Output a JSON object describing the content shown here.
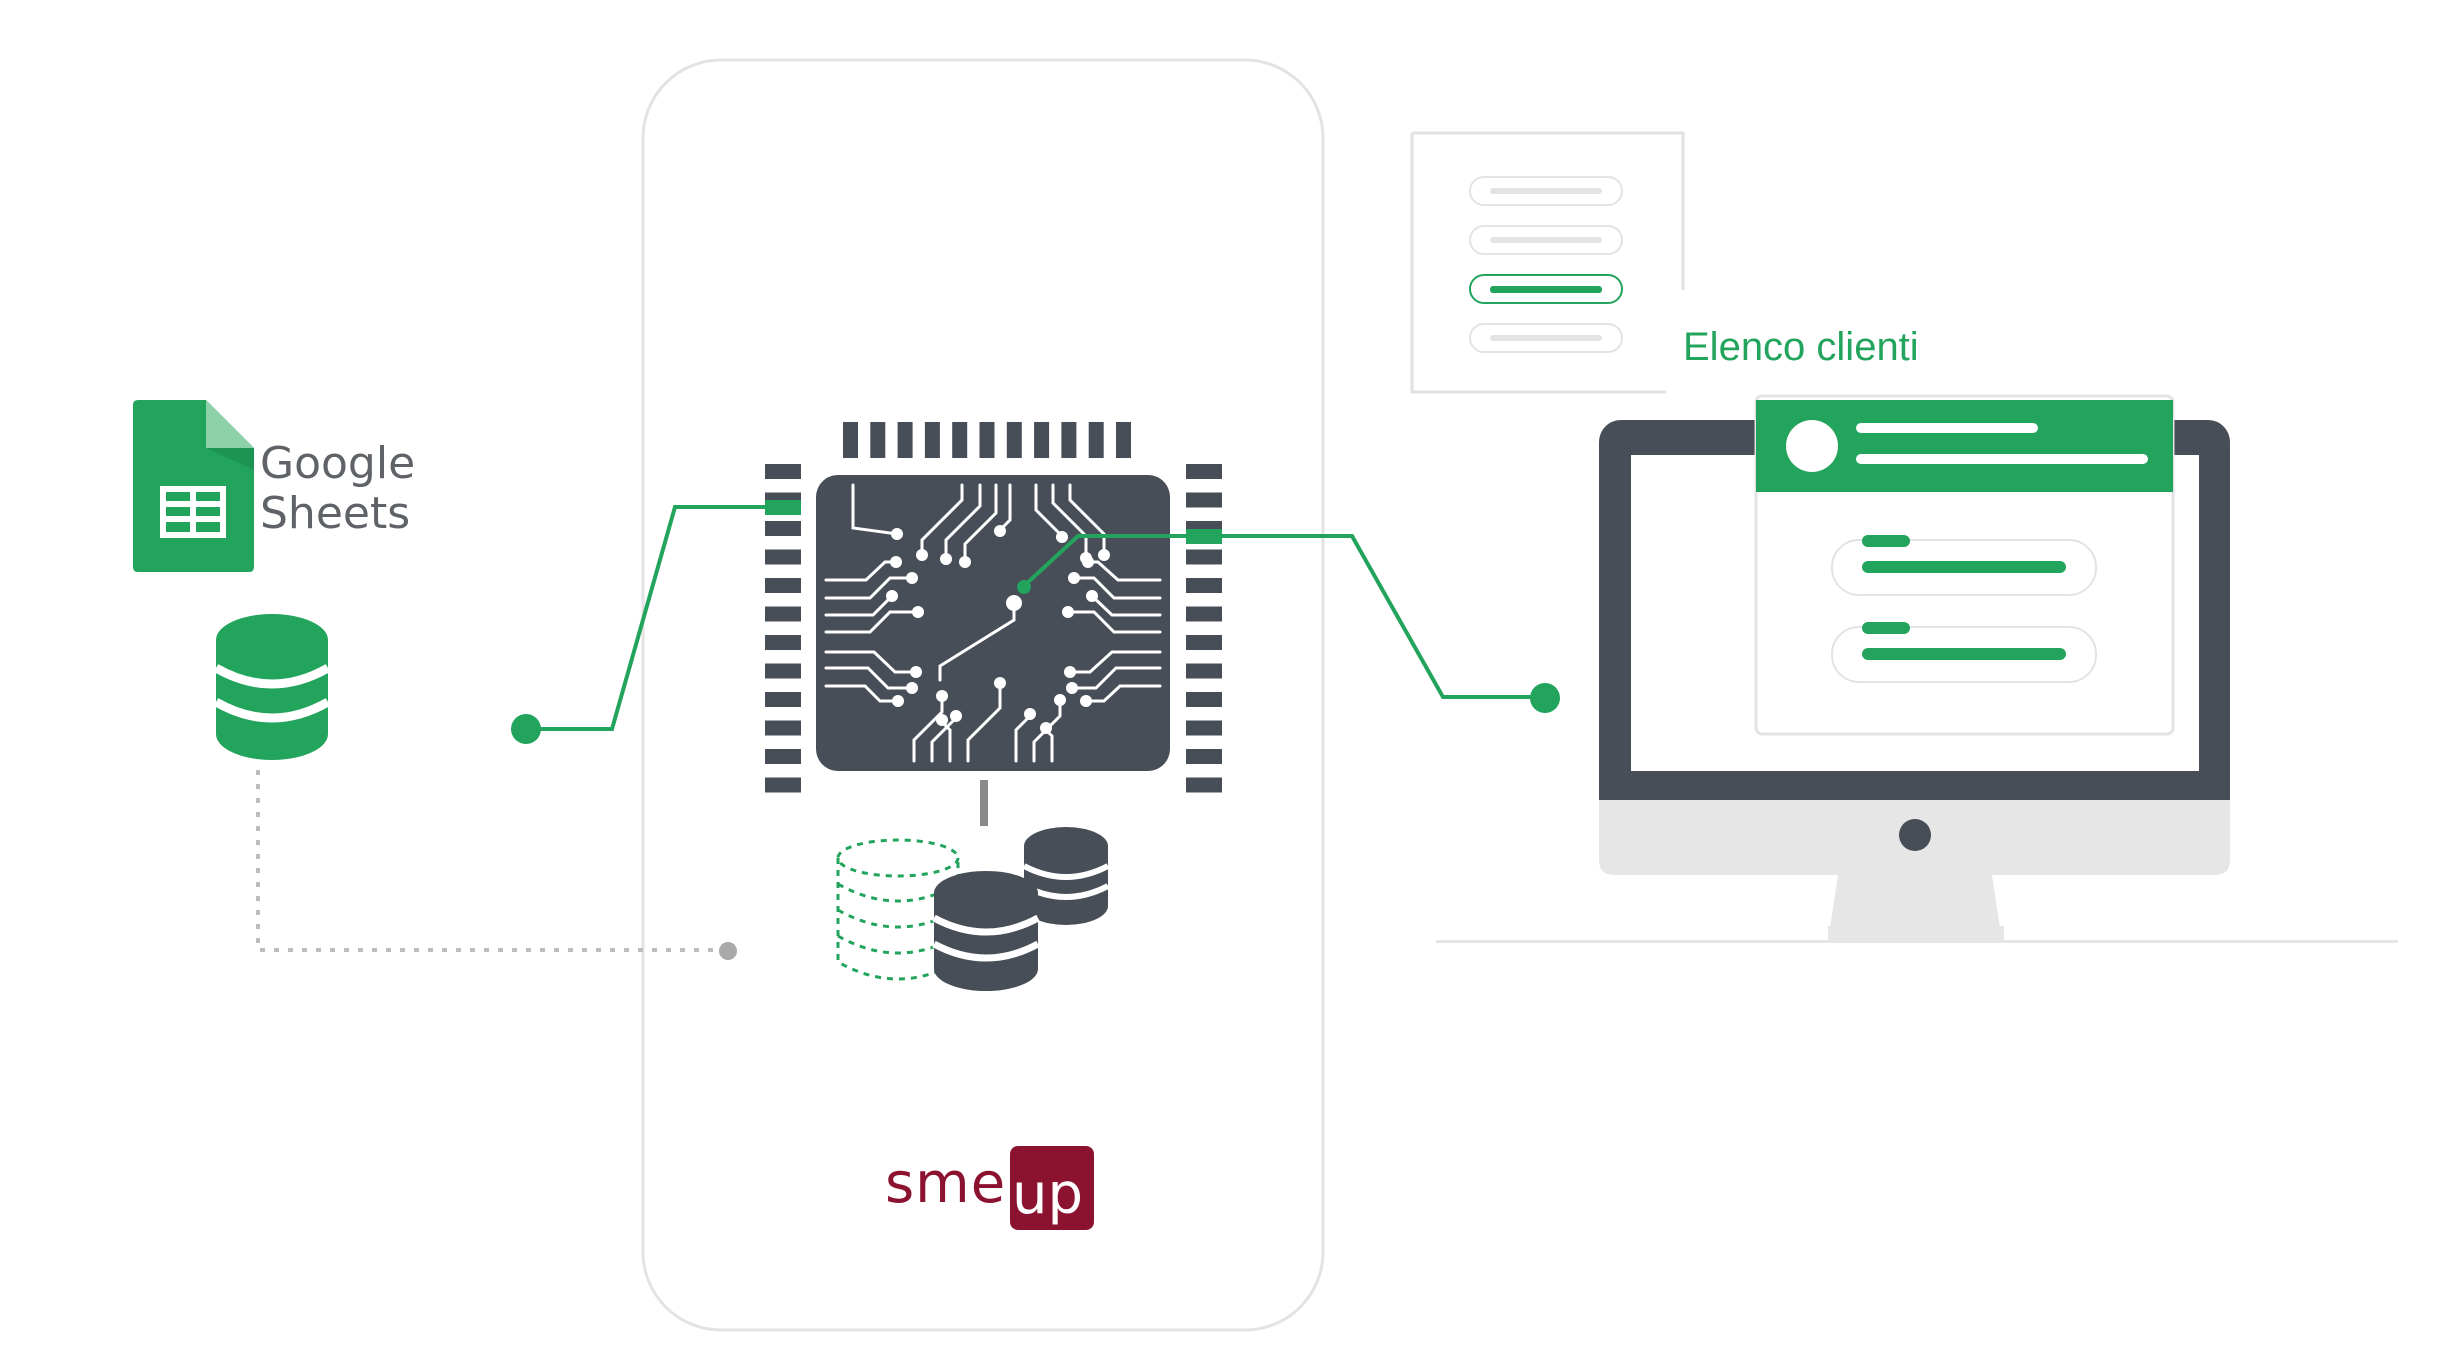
{
  "google_sheets": {
    "line1": "Google",
    "line2": "Sheets"
  },
  "list_panel_title": "Elenco clienti",
  "brand": {
    "part1": "sme",
    "part2": "up"
  },
  "colors": {
    "green": "#23a45d",
    "dark": "#474e57",
    "light_gray": "#e6e6e6",
    "brand_red": "#8c1330"
  },
  "icons": {
    "sheets": "google-sheets-icon",
    "database": "database-icon",
    "chip": "cpu-chip-icon",
    "monitor": "monitor-icon",
    "document": "document-list-icon"
  }
}
